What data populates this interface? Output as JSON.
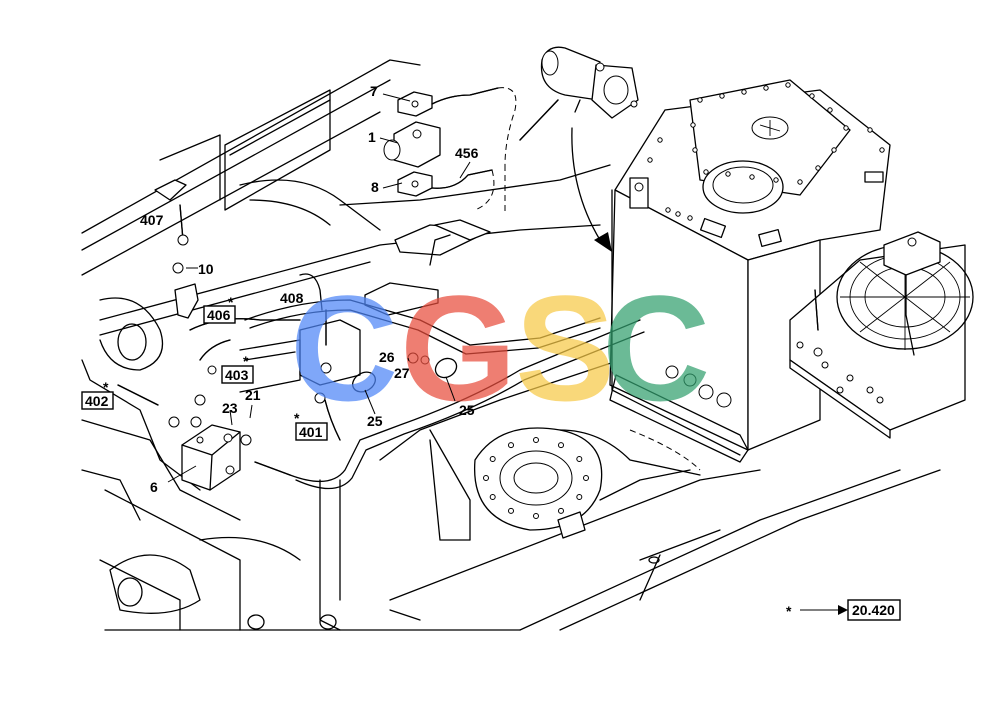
{
  "labels": {
    "l7": "7",
    "l1": "1",
    "l456": "456",
    "l8": "8",
    "l407": "407",
    "l10": "10",
    "l406": "406",
    "l408": "408",
    "l403": "403",
    "l402": "402",
    "l21": "21",
    "l23": "23",
    "l26": "26",
    "l27": "27",
    "l25a": "25",
    "l25b": "25",
    "l401": "401",
    "l6": "6",
    "star": "*",
    "ref": "20.420"
  },
  "watermark": {
    "letters": [
      "C",
      "G",
      "S",
      "C"
    ],
    "colors": [
      "#4f86f7",
      "#e84d3d",
      "#f7c948",
      "#33a06f"
    ]
  }
}
